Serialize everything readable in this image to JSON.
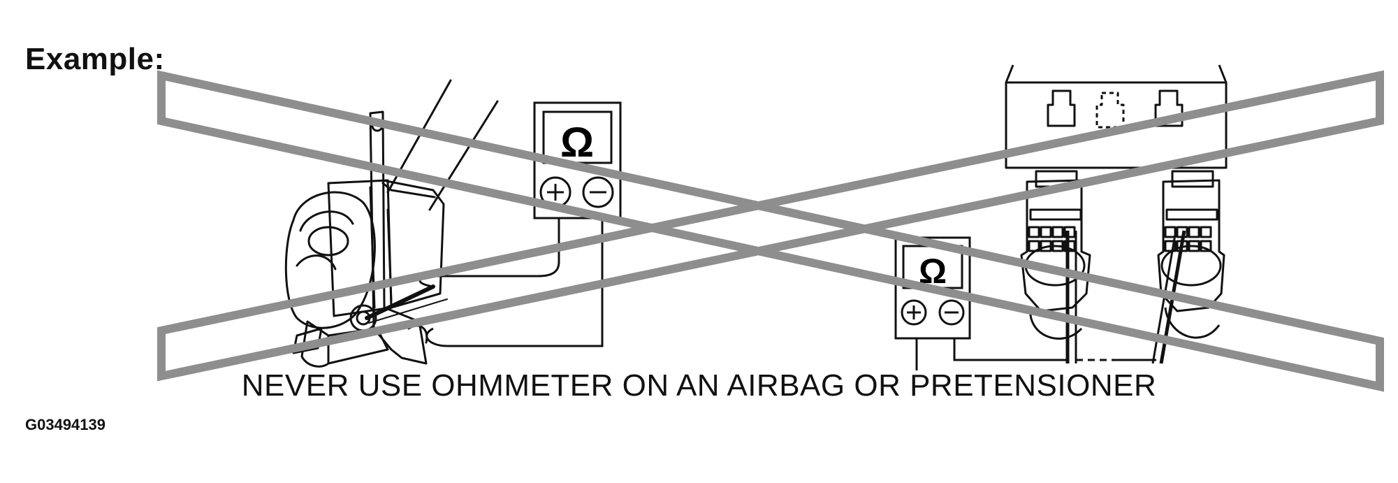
{
  "diagram": {
    "example_label": "Example:",
    "warning_text": "NEVER USE OHMMETER ON AN AIRBAG OR PRETENSIONER",
    "figure_code": "G03494139",
    "meter_left": {
      "symbol": "Ω",
      "positive": "+",
      "negative": "−"
    },
    "meter_right": {
      "symbol": "Ω",
      "positive": "+",
      "negative": "−"
    },
    "icons": [
      "pretensioner-illustration",
      "ohmmeter-icon",
      "airbag-connector-illustration",
      "prohibition-cross"
    ],
    "colors": {
      "line": "#111111",
      "cross": "#8e8e8e"
    }
  }
}
